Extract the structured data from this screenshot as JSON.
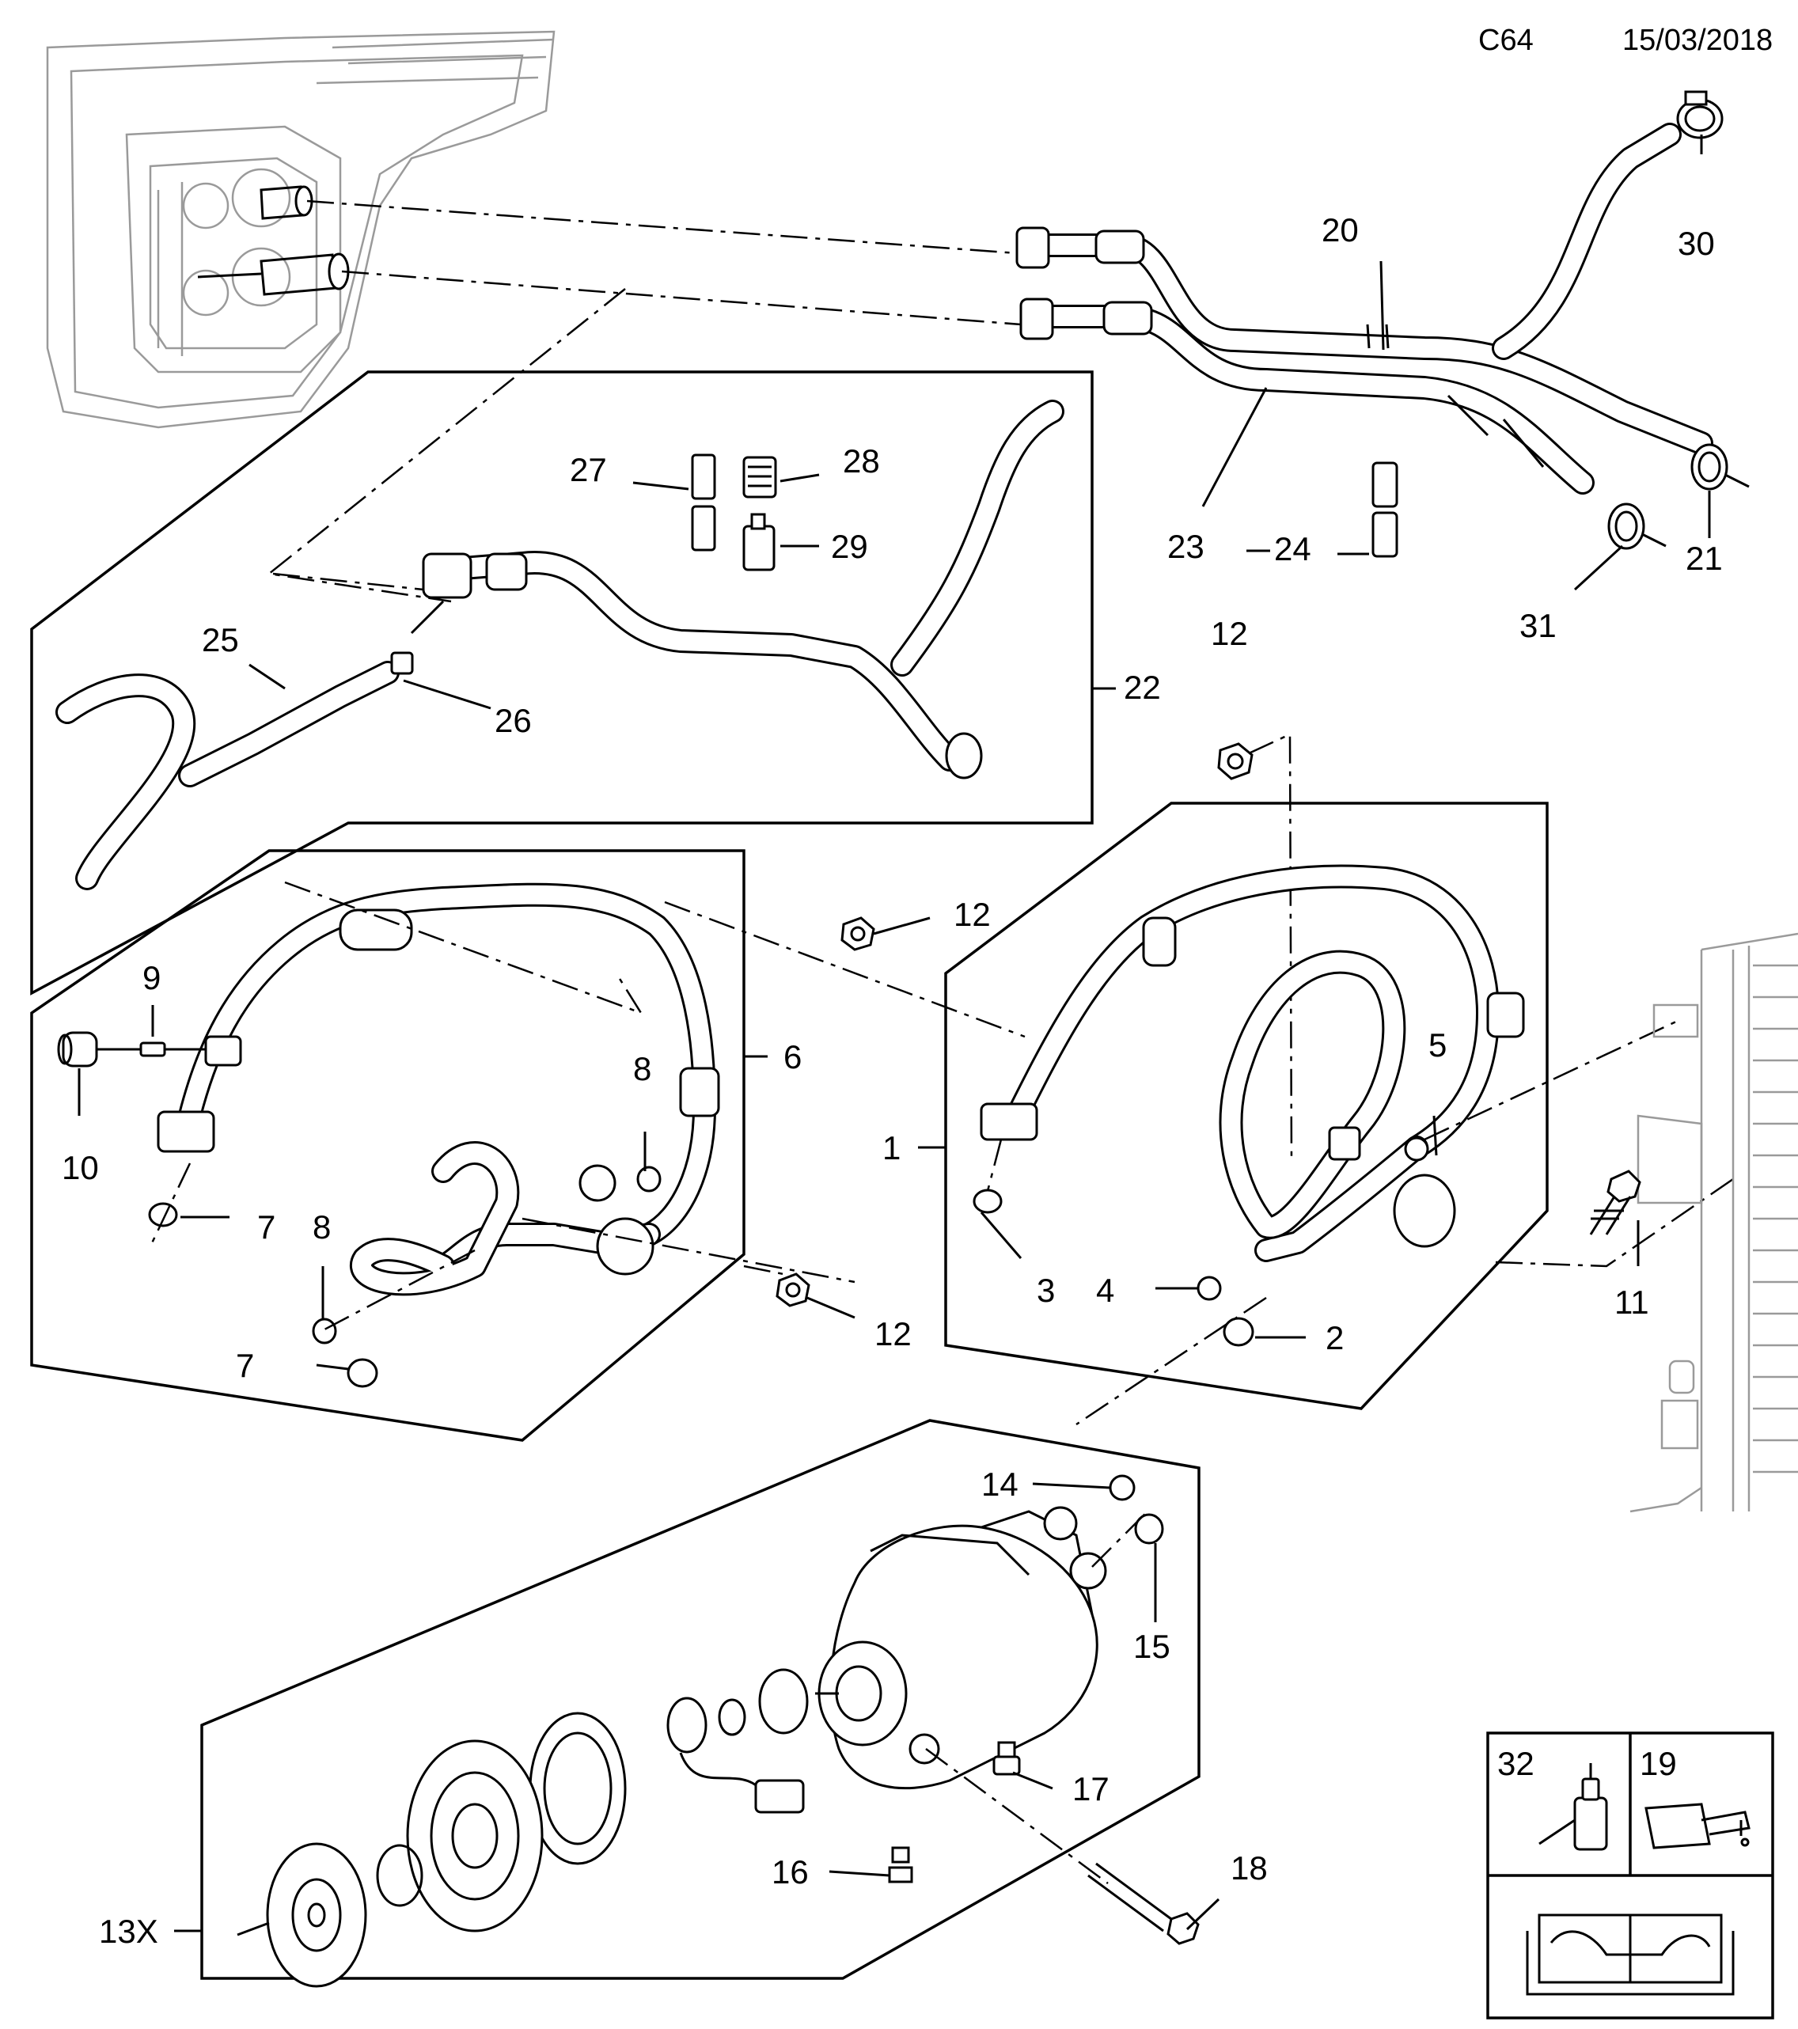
{
  "header": {
    "diagram_code": "C64",
    "date": "15/03/2018"
  },
  "callouts": {
    "c1": "1",
    "c2": "2",
    "c3": "3",
    "c4": "4",
    "c5": "5",
    "c6": "6",
    "c7a": "7",
    "c7b": "7",
    "c8a": "8",
    "c8b": "8",
    "c9": "9",
    "c10": "10",
    "c11": "11",
    "c12a": "12",
    "c12b": "12",
    "c12c": "12",
    "c13": "13X",
    "c14": "14",
    "c15": "15",
    "c16": "16",
    "c17": "17",
    "c18": "18",
    "c20": "20",
    "c21": "21",
    "c22": "22",
    "c23": "23",
    "c24": "24",
    "c25": "25",
    "c26": "26",
    "c27": "27",
    "c28": "28",
    "c29": "29",
    "c30": "30",
    "c31": "31"
  },
  "legend": {
    "adhesive_label": "32",
    "oil_label": "19",
    "adhesive_icon": "adhesive-bottle-icon",
    "oil_icon": "oil-can-icon",
    "manual_icon": "workshop-manual-icon"
  }
}
